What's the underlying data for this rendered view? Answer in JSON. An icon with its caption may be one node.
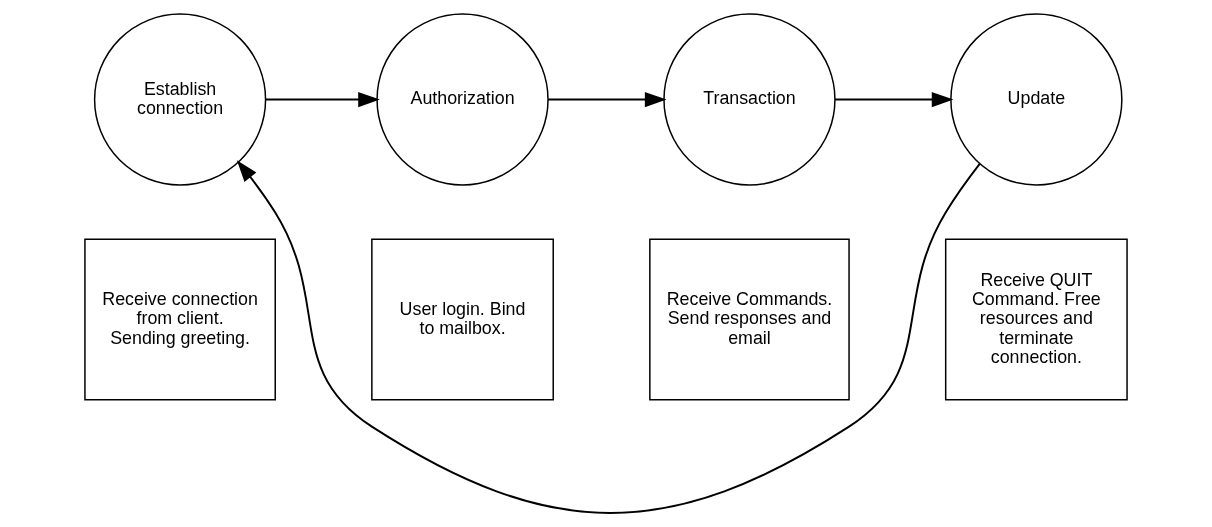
{
  "diagram": {
    "nodes": [
      {
        "text": [
          "Establish connection"
        ]
      },
      {
        "text": [
          "Authorization"
        ]
      },
      {
        "text": [
          "Transaction"
        ]
      },
      {
        "text": [
          "Update"
        ]
      },
      {
        "text": [
          "Receive connection from client. Sending greeting."
        ]
      },
      {
        "text": [
          "User login. Bind to mailbox."
        ]
      },
      {
        "text": [
          "Receive Commands. Send responses and email"
        ]
      },
      {
        "text": [
          "Receive QUIT Command. Free resources and terminate connection."
        ]
      }
    ],
    "edges": [
      {
        "from": 0,
        "to": 1,
        "arrow": "to"
      },
      {
        "from": 1,
        "to": 2,
        "arrow": "to"
      },
      {
        "from": 2,
        "to": 3,
        "arrow": "to"
      },
      {
        "from": 3,
        "to": 0,
        "arrow": "to"
      }
    ]
  }
}
